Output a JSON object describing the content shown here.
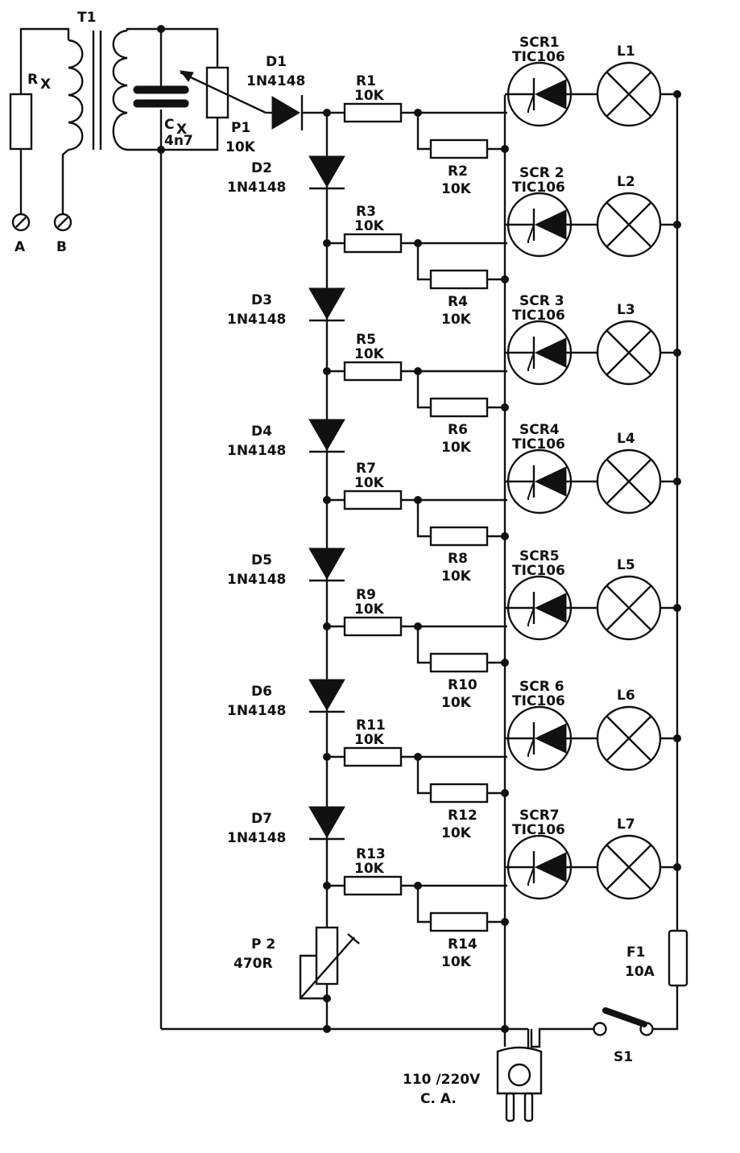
{
  "colors": {
    "ink": "#111111",
    "paper": "#ffffff"
  },
  "input": {
    "rx_label": "R",
    "rx_sub": "X",
    "terminal_a": "A",
    "terminal_b": "B",
    "transformer": "T1",
    "cx_label": "C",
    "cx_sub": "X",
    "cx_value": "4n7",
    "p1_name": "P1",
    "p1_value": "10K",
    "d1_name": "D1",
    "d1_value": "1N4148"
  },
  "diodes": [
    {
      "name": "D2",
      "value": "1N4148"
    },
    {
      "name": "D3",
      "value": "1N4148"
    },
    {
      "name": "D4",
      "value": "1N4148"
    },
    {
      "name": "D5",
      "value": "1N4148"
    },
    {
      "name": "D6",
      "value": "1N4148"
    },
    {
      "name": "D7",
      "value": "1N4148"
    }
  ],
  "stages": [
    {
      "ra_name": "R1",
      "ra_value": "10K",
      "rb_name": "R2",
      "rb_value": "10K",
      "scr": "SCR1",
      "scr_type": "TIC106",
      "lamp": "L1"
    },
    {
      "ra_name": "R3",
      "ra_value": "10K",
      "rb_name": "R4",
      "rb_value": "10K",
      "scr": "SCR 2",
      "scr_type": "TIC106",
      "lamp": "L2"
    },
    {
      "ra_name": "R5",
      "ra_value": "10K",
      "rb_name": "R6",
      "rb_value": "10K",
      "scr": "SCR 3",
      "scr_type": "TIC106",
      "lamp": "L3"
    },
    {
      "ra_name": "R7",
      "ra_value": "10K",
      "rb_name": "R8",
      "rb_value": "10K",
      "scr": "SCR4",
      "scr_type": "TIC106",
      "lamp": "L4"
    },
    {
      "ra_name": "R9",
      "ra_value": "10K",
      "rb_name": "R10",
      "rb_value": "10K",
      "scr": "SCR5",
      "scr_type": "TIC106",
      "lamp": "L5"
    },
    {
      "ra_name": "R11",
      "ra_value": "10K",
      "rb_name": "R12",
      "rb_value": "10K",
      "scr": "SCR 6",
      "scr_type": "TIC106",
      "lamp": "L6"
    },
    {
      "ra_name": "R13",
      "ra_value": "10K",
      "rb_name": "R14",
      "rb_value": "10K",
      "scr": "SCR7",
      "scr_type": "TIC106",
      "lamp": "L7"
    }
  ],
  "bottom": {
    "p2_name": "P 2",
    "p2_value": "470R",
    "fuse_name": "F1",
    "fuse_value": "10A",
    "switch_name": "S1",
    "mains_voltage": "110 /220V",
    "mains_type": "C. A."
  }
}
